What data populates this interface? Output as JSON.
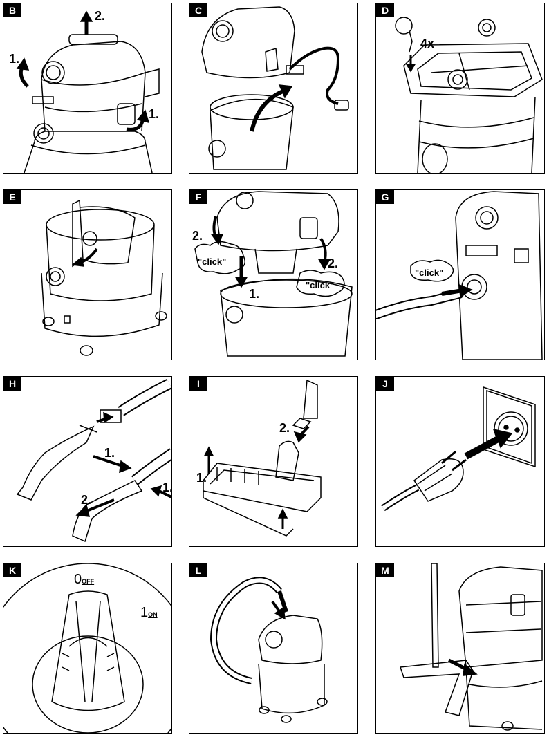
{
  "panels": [
    {
      "id": "B",
      "steps": [
        "1.",
        "2.",
        "1."
      ]
    },
    {
      "id": "C",
      "steps": []
    },
    {
      "id": "D",
      "steps": [
        "4x"
      ]
    },
    {
      "id": "E",
      "steps": []
    },
    {
      "id": "F",
      "steps": [
        "2.",
        "1.",
        "2."
      ],
      "clicks": [
        "\"click\"",
        "\"click\""
      ]
    },
    {
      "id": "G",
      "steps": [],
      "clicks": [
        "\"click\""
      ]
    },
    {
      "id": "H",
      "steps": [
        "1.",
        "1.",
        "2."
      ]
    },
    {
      "id": "I",
      "steps": [
        "2.",
        "1."
      ]
    },
    {
      "id": "J",
      "steps": []
    },
    {
      "id": "K",
      "steps": [],
      "switch": {
        "off_num": "0",
        "off_txt": "OFF",
        "on_num": "1",
        "on_txt": "ON"
      }
    },
    {
      "id": "L",
      "steps": []
    },
    {
      "id": "M",
      "steps": []
    }
  ],
  "colors": {
    "line": "#000000",
    "background": "#ffffff"
  }
}
